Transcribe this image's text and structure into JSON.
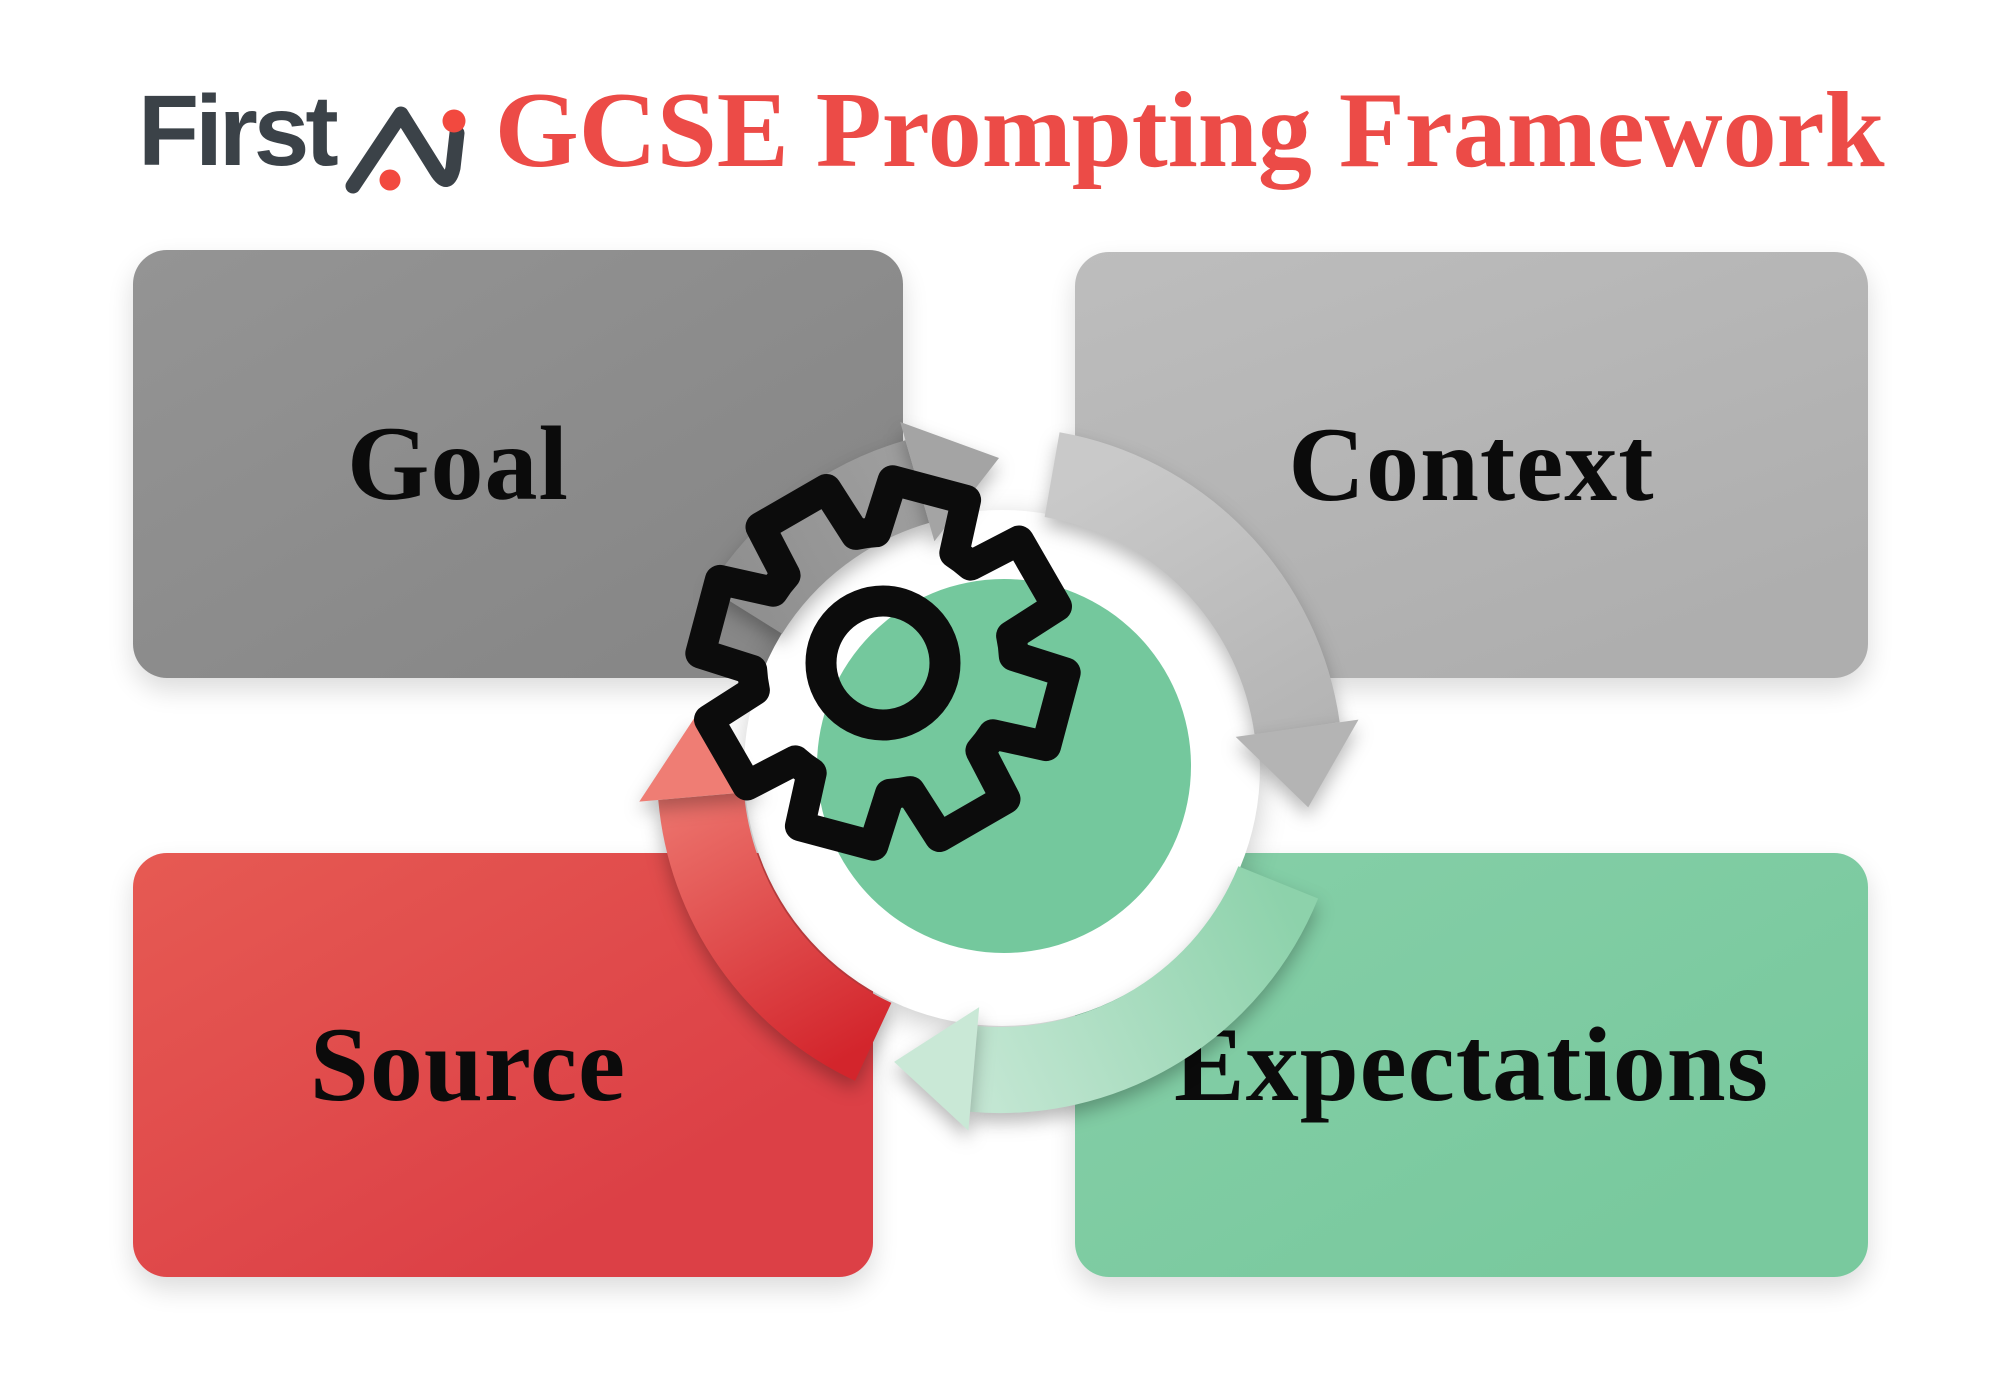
{
  "header": {
    "logo": {
      "text": "First",
      "mark": "Ai"
    },
    "title": "GCSE Prompting Framework",
    "title_color": "#EC4B47",
    "logo_color": "#3B4248",
    "logo_dot_color": "#F2493F"
  },
  "quadrants": [
    {
      "id": "goal",
      "label": "Goal",
      "color": "#8B8B8B"
    },
    {
      "id": "context",
      "label": "Context",
      "color": "#B4B4B4"
    },
    {
      "id": "source",
      "label": "Source",
      "color": "#E14B4D"
    },
    {
      "id": "expectations",
      "label": "Expectations",
      "color": "#7DCBA1"
    }
  ],
  "center": {
    "icon": "gear-icon",
    "circle_color": "#74C89D",
    "cycle_arrows": [
      {
        "id": "top-arrow",
        "color": "#9C9C9C",
        "direction": "right"
      },
      {
        "id": "right-arrow",
        "color": "#BDBDBD",
        "direction": "down"
      },
      {
        "id": "bottom-arrow",
        "color": "#BCE4CE",
        "direction": "left"
      },
      {
        "id": "left-arrow",
        "color": "#E2514F",
        "direction": "up"
      }
    ]
  }
}
